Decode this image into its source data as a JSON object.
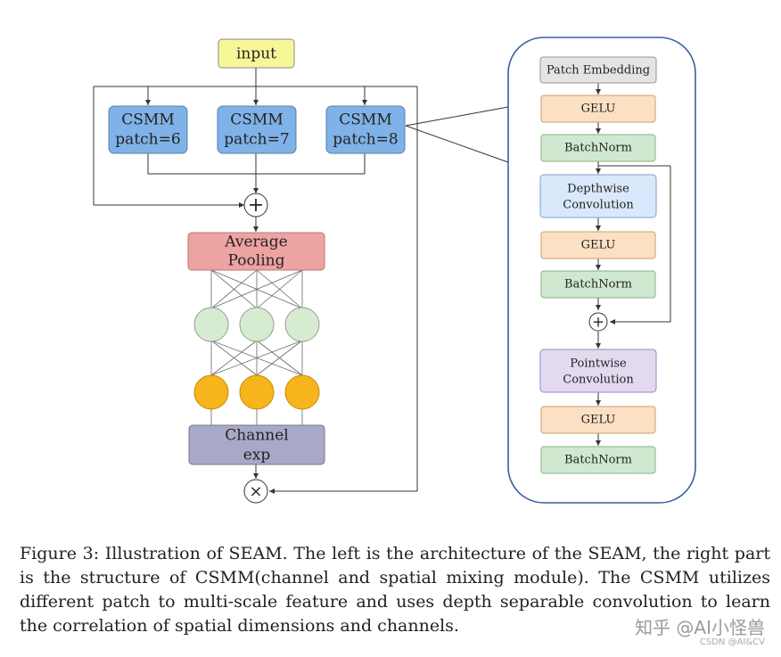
{
  "left": {
    "input_label": "input",
    "csmm": [
      {
        "line1": "CSMM",
        "line2": "patch=6"
      },
      {
        "line1": "CSMM",
        "line2": "patch=7"
      },
      {
        "line1": "CSMM",
        "line2": "patch=8"
      }
    ],
    "plus_symbol": "+",
    "pooling": {
      "line1": "Average",
      "line2": "Pooling"
    },
    "channel": {
      "line1": "Channel",
      "line2": "exp"
    },
    "times_symbol": "×"
  },
  "right": {
    "blocks": [
      {
        "line1": "Patch Embedding",
        "line2": ""
      },
      {
        "line1": "GELU",
        "line2": ""
      },
      {
        "line1": "BatchNorm",
        "line2": ""
      },
      {
        "line1": "Depthwise",
        "line2": "Convolution"
      },
      {
        "line1": "GELU",
        "line2": ""
      },
      {
        "line1": "BatchNorm",
        "line2": ""
      },
      {
        "line1": "Pointwise",
        "line2": "Convolution"
      },
      {
        "line1": "GELU",
        "line2": ""
      },
      {
        "line1": "BatchNorm",
        "line2": ""
      }
    ],
    "plus_symbol": "+"
  },
  "colors": {
    "input_fill": "#f7f79a",
    "csmm_fill": "#7fb2e8",
    "pooling_fill": "#eea3a3",
    "channel_fill": "#a8a8c8",
    "hidden_node_fill": "#d6ecd0",
    "output_node_fill": "#f6b51d",
    "patch_embedding_fill": "#e4e4e4",
    "gelu_fill": "#fbe0c3",
    "batchnorm_fill": "#cfe8cf",
    "depthwise_fill": "#d9e8fa",
    "pointwise_fill": "#e3daf0"
  },
  "caption": "Figure 3: Illustration of SEAM. The left is the architecture of the SEAM, the right part is the structure of CSMM(channel and spatial mixing module). The CSMM utilizes different patch to multi-scale feature and uses depth separable convolution to learn the correlation of spatial dimensions and channels.",
  "watermark": {
    "main": "知乎 @AI小怪兽",
    "sub": "CSDN @AI&CV"
  }
}
